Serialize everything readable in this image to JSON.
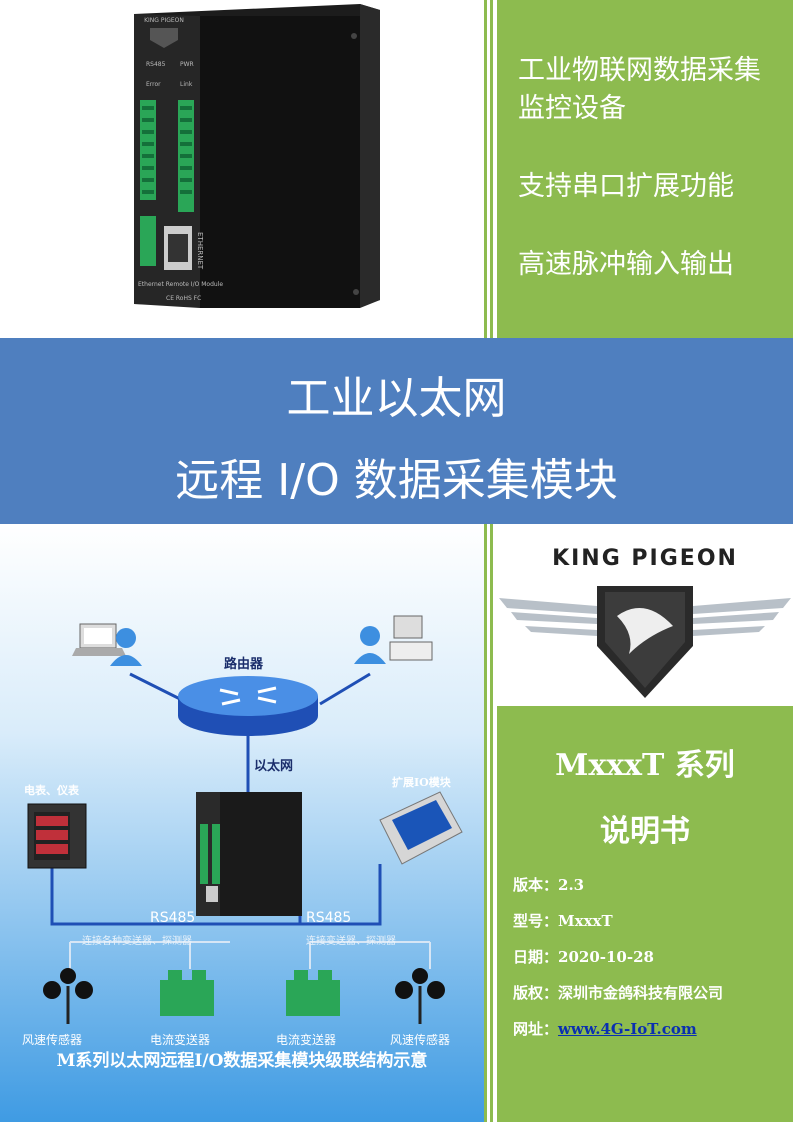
{
  "product": {
    "brand_tag": "KING PIGEON",
    "port_labels": [
      "RS485",
      "PWR",
      "Error",
      "Link"
    ],
    "ethernet_label": "ETHERNET",
    "module_label": "Ethernet Remote I/O Module",
    "cert_label": "CE RoHS FC"
  },
  "features": [
    "工业物联网数据采集监控设备",
    "支持串口扩展功能",
    "高速脉冲输入输出"
  ],
  "title": {
    "line1": "工业以太网",
    "line2": "远程 I/O 数据采集模块"
  },
  "diagram": {
    "router_label": "路由器",
    "ethernet_label": "以太网",
    "meter_label": "电表、仪表",
    "expansion_label": "扩展IO模块",
    "rs485_left": "RS485",
    "rs485_right": "RS485",
    "bus_left_label": "连接各种变送器、探测器",
    "bus_right_label": "连接变送器、探测器",
    "sensors": [
      "风速传感器",
      "电流变送器",
      "电流变送器",
      "风速传感器"
    ],
    "caption": "M系列以太网远程I/O数据采集模块级联结构示意"
  },
  "logo": {
    "text": "KING PIGEON"
  },
  "info": {
    "series": "MxxxT 系列",
    "manual": "说明书",
    "version_label": "版本：",
    "version": "2.3",
    "model_label": "型号：",
    "model": "MxxxT",
    "date_label": "日期：",
    "date": "2020-10-28",
    "copyright_label": "版权：",
    "copyright": "深圳市金鸽科技有限公司",
    "website_label": "网址：",
    "website": "www.4G-IoT.com"
  },
  "colors": {
    "green": "#8dbb4f",
    "blue": "#4f7fbf",
    "link": "#0a2fb0"
  }
}
